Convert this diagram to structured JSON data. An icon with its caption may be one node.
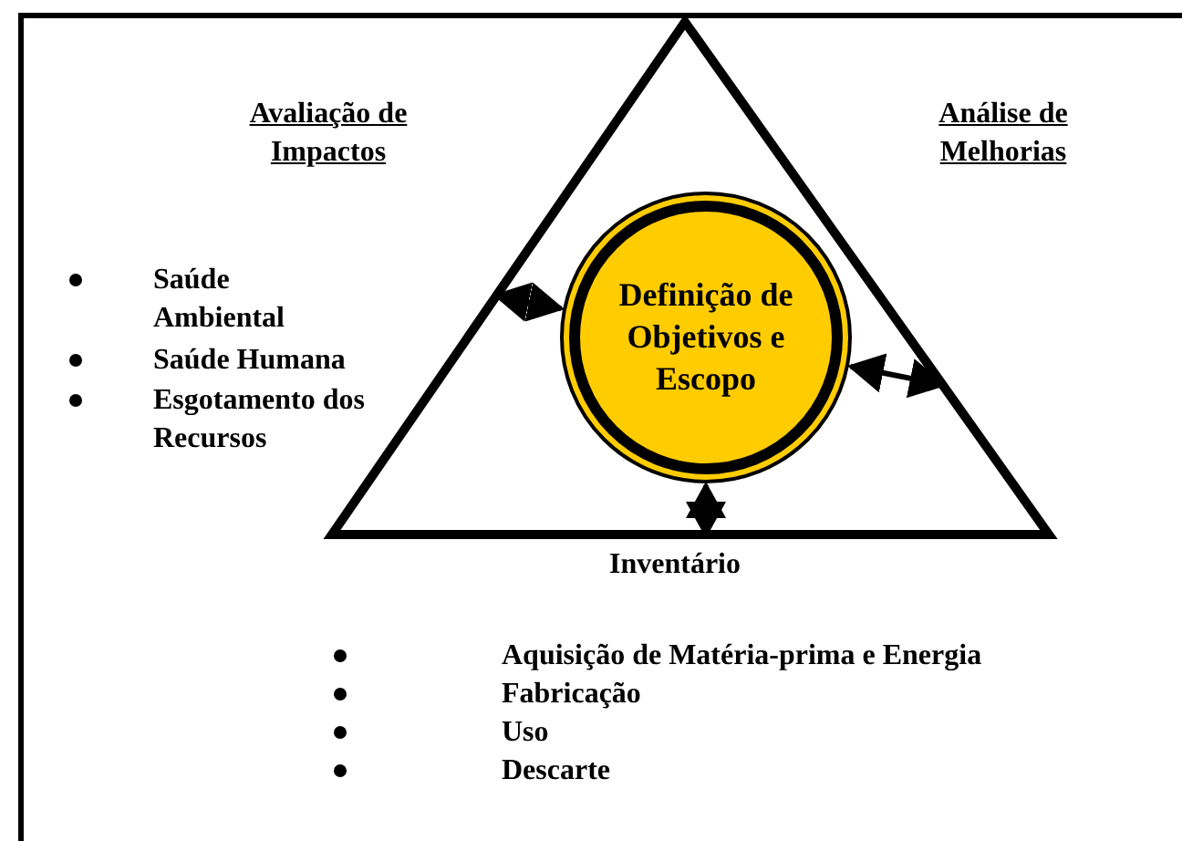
{
  "diagram": {
    "nodes": [
      {
        "text": [],
        "shape": "triangle"
      },
      {
        "text": [
          "Definição de Objetivos e Escopo"
        ],
        "in": 0
      }
    ],
    "edges": [
      {
        "from": 1,
        "to": 0,
        "arrow": "both"
      },
      {
        "from": 1,
        "to": 0,
        "arrow": "both"
      },
      {
        "from": 1,
        "to": 0,
        "arrow": "both"
      }
    ],
    "labels": [
      "Avaliação de Impactos",
      "Análise de Melhorias",
      "Saúde Ambiental",
      "Saúde Humana",
      "Esgotamento dos Recursos",
      "Inventário",
      "Aquisição de Matéria-prima e Energia",
      "Fabricação",
      "Uso",
      "Descarte"
    ]
  }
}
